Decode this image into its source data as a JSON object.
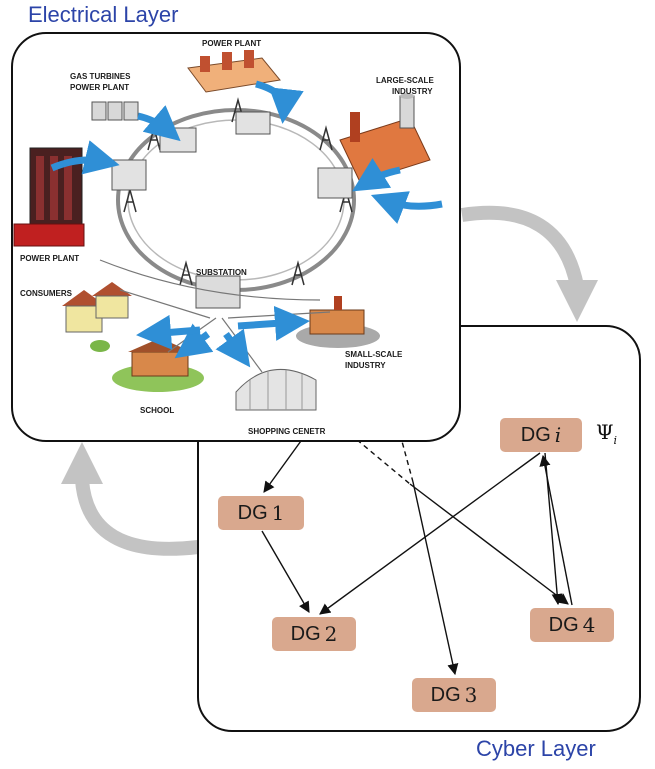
{
  "electrical_layer": {
    "title": "Electrical Layer",
    "labels": {
      "power_plant_top": "POWER PLANT",
      "gas_turbines_1": "GAS TURBINES",
      "gas_turbines_2": "POWER PLANT",
      "large_scale_1": "LARGE-SCALE",
      "large_scale_2": "INDUSTRY",
      "power_plant_left": "POWER PLANT",
      "substation": "SUBSTATION",
      "consumers": "CONSUMERS",
      "small_scale_1": "SMALL-SCALE",
      "small_scale_2": "INDUSTRY",
      "school": "SCHOOL",
      "shopping": "SHOPPING CENETR"
    }
  },
  "cyber_layer": {
    "title": "Cyber Layer",
    "nodes": {
      "dg_i": {
        "prefix": "DG",
        "index": "i"
      },
      "dg_1": {
        "prefix": "DG",
        "index": "1"
      },
      "dg_2": {
        "prefix": "DG",
        "index": "2"
      },
      "dg_3": {
        "prefix": "DG",
        "index": "3"
      },
      "dg_4": {
        "prefix": "DG",
        "index": "4"
      }
    },
    "psi": {
      "symbol": "Ψ",
      "sub": "i"
    }
  },
  "colors": {
    "title_blue": "#2c44a8",
    "node_fill": "#d9a88e",
    "flow_arrow_gray": "#c3c3c3",
    "grid_arrow_blue": "#2f8fd6"
  }
}
